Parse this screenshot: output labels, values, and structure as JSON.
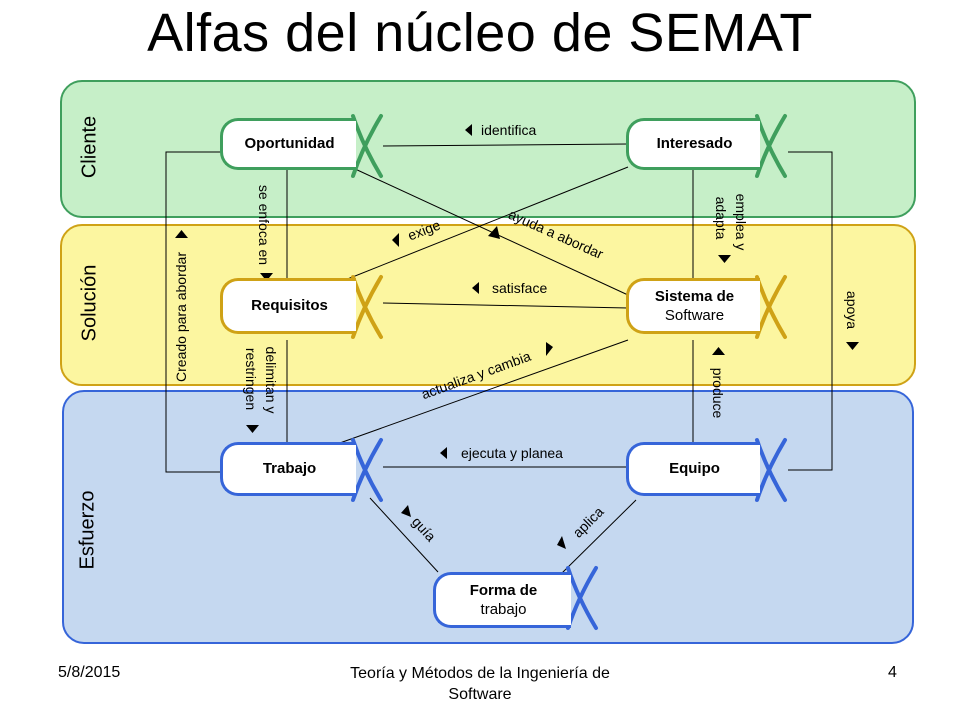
{
  "title": "Alfas del núcleo de SEMAT",
  "areas": {
    "cliente": "Cliente",
    "solucion": "Solución",
    "esfuerzo": "Esfuerzo"
  },
  "alphas": {
    "oportunidad": "Oportunidad",
    "interesado": "Interesado",
    "requisitos": "Requisitos",
    "sistema_line1": "Sistema de",
    "sistema_line2": "Software",
    "trabajo": "Trabajo",
    "equipo": "Equipo",
    "forma_line1": "Forma de",
    "forma_line2": "trabajo"
  },
  "relations": {
    "identifica": "identifica",
    "se_enfoca_en": "se enfoca en",
    "exige": "exige",
    "ayuda_a_abordar": "ayuda a abordar",
    "emplea_y": "emplea y",
    "adapta": "adapta",
    "satisface": "satisface",
    "creado_para_abordar": "Creado para abordar",
    "apoya": "apoya",
    "delimitan_y": "delimitan y",
    "restringen": "restringen",
    "actualiza_y_cambia": "actualiza y cambia",
    "produce": "produce",
    "ejecuta_y_planea": "ejecuta y planea",
    "guia": "guía",
    "aplica": "aplica"
  },
  "colors": {
    "cliente": "#3f9f5d",
    "solucion": "#cfa216",
    "esfuerzo": "#3665d9"
  },
  "footer": {
    "date": "5/8/2015",
    "course": "Teoría y Métodos de la Ingeniería de Software",
    "page": "4"
  }
}
